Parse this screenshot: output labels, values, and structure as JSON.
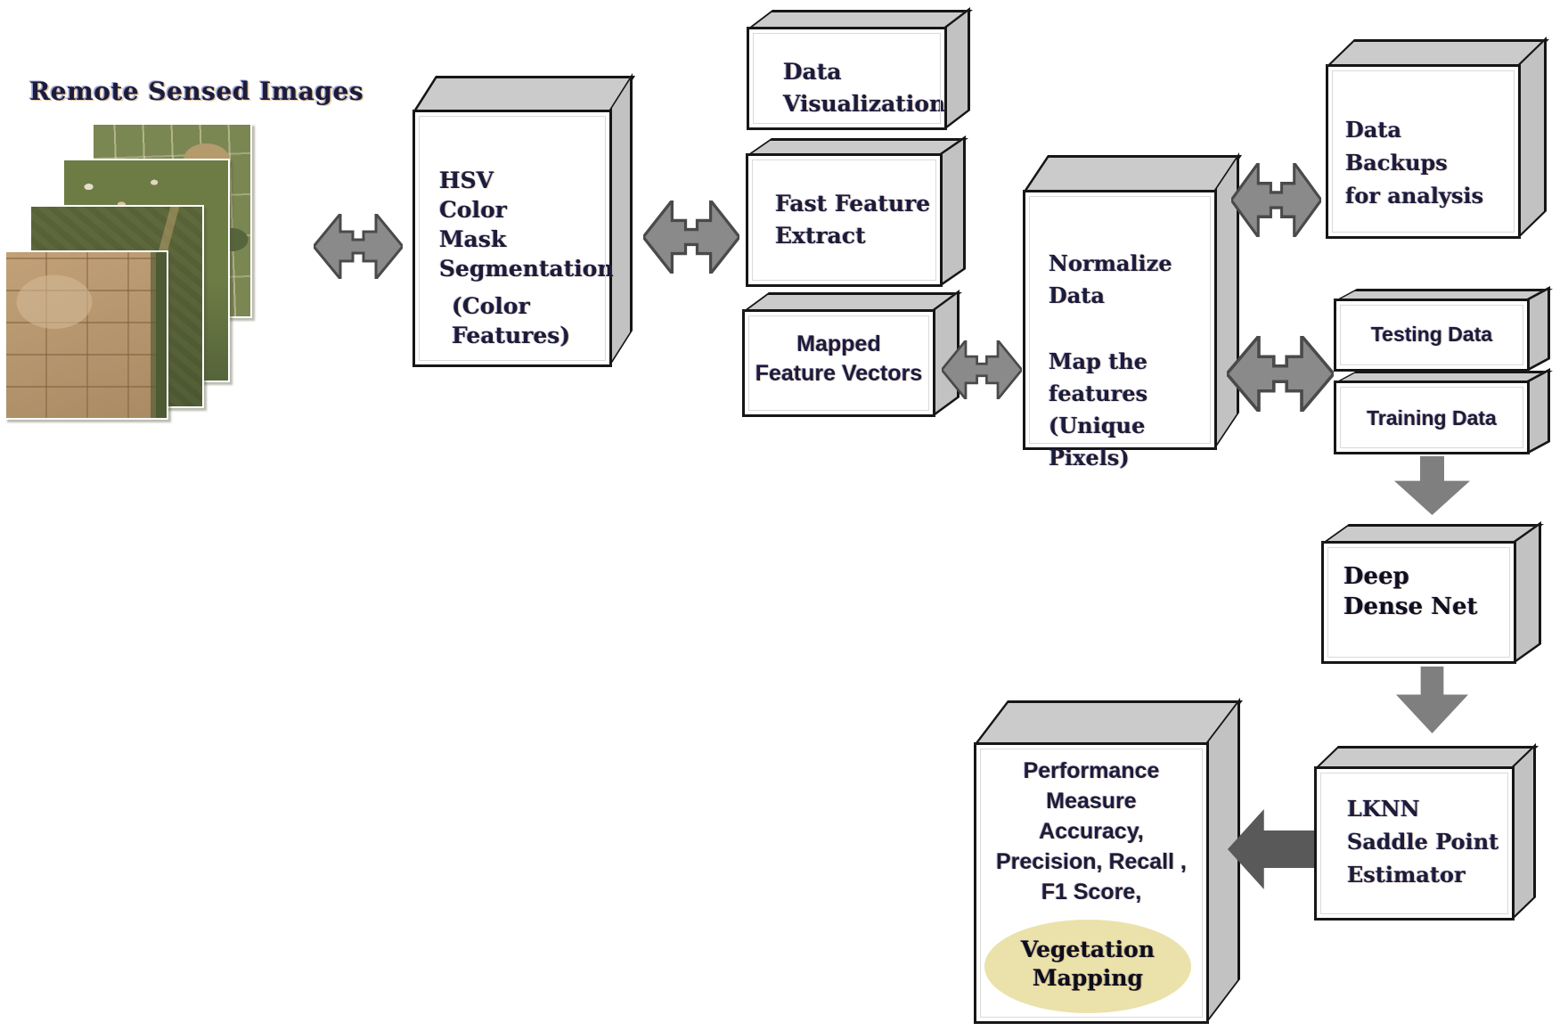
{
  "diagram_title": "Remote Sensed Images",
  "satellite_image_count": 4,
  "nodes": {
    "hsv_segmentation": {
      "label": "HSV\nColor\nMask\nSegmentation",
      "sublabel": "(Color\nFeatures)"
    },
    "data_visualization": {
      "label": "Data\nVisualization"
    },
    "fast_feature_extract": {
      "label": "Fast Feature\nExtract"
    },
    "mapped_feature_vectors": {
      "label": "Mapped\nFeature Vectors"
    },
    "normalize_map": {
      "label": "Normalize\nData",
      "sublabel": "Map the\nfeatures\n(Unique Pixels)"
    },
    "data_backups": {
      "label": "Data\nBackups\nfor analysis"
    },
    "testing_data": {
      "label": "Testing Data"
    },
    "training_data": {
      "label": "Training Data"
    },
    "deep_dense_net": {
      "label": "Deep\nDense Net"
    },
    "lknn_saddle_point": {
      "label": "LKNN\nSaddle Point\nEstimator"
    },
    "performance_measure": {
      "label": "Performance\nMeasure\nAccuracy,\nPrecision, Recall ,\nF1 Score,",
      "ellipse_label": "Vegetation\nMapping"
    }
  },
  "icons": {
    "arrow_images_hsv": "double-arrow-icon",
    "arrow_hsv_features": "double-arrow-icon",
    "arrow_mapped_normalize": "double-arrow-icon",
    "arrow_normalize_backups": "double-arrow-icon",
    "arrow_normalize_datasets": "double-arrow-icon",
    "arrow_training_deepnet": "down-arrow-icon",
    "arrow_deepnet_lknn": "down-arrow-icon",
    "arrow_lknn_performance": "left-arrow-icon"
  },
  "colors": {
    "ink": "#1c1c38",
    "face-top": "#cbcbcb",
    "face-side": "#c2c2c2",
    "arrow-fill": "#8a8a8a",
    "arrow-stroke": "#4a4a4a",
    "arrow-down-fill": "#7f7f7f",
    "arrow-left-fill": "#595959",
    "ellipse-fill": "#eae2aa"
  }
}
